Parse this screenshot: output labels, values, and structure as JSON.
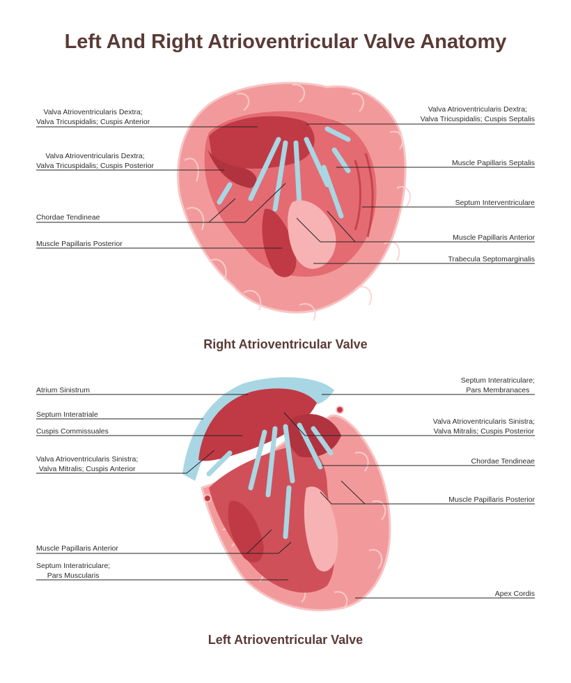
{
  "title": "Left And Right Atrioventricular Valve Anatomy",
  "colors": {
    "title": "#5a3a36",
    "muscle_light": "#f4a0a0",
    "muscle_mid": "#ef7f82",
    "muscle_dark": "#c9474f",
    "chamber_dark": "#b8323f",
    "tendon_blue": "#a9d6e3",
    "line": "#222222"
  },
  "right_valve": {
    "caption": "Right Atrioventricular Valve",
    "labels": {
      "cuspis_anterior": [
        "Valva Atrioventricularis Dextra;",
        "Valva Tricuspidalis; Cuspis Anterior"
      ],
      "cuspis_posterior": [
        "Valva Atrioventricularis Dextra;",
        "Valva Tricuspidalis; Cuspis Posterior"
      ],
      "chordae_tendineae": [
        "Chordae Tendineae"
      ],
      "muscle_papillaris_posterior": [
        "Muscle Papillaris Posterior"
      ],
      "cuspis_septalis": [
        "Valva Atrioventricularis Dextra;",
        "Valva Tricuspidalis; Cuspis Septalis"
      ],
      "muscle_papillaris_septalis": [
        "Muscle Papillaris Septalis"
      ],
      "septum_interventriculare": [
        "Septum Interventriculare"
      ],
      "muscle_papillaris_anterior": [
        "Muscle Papillaris Anterior"
      ],
      "trabecula_septomarginalis": [
        "Trabecula Septomarginalis"
      ]
    }
  },
  "left_valve": {
    "caption": "Left Atrioventricular Valve",
    "labels": {
      "atrium_sinistrum": [
        "Atrium Sinistrum"
      ],
      "septum_interatriale": [
        "Septum Interatriale"
      ],
      "cuspis_commissuales": [
        "Cuspis Commissuales"
      ],
      "cuspis_anterior": [
        "Valva Atrioventricularis Sinistra;",
        "Valva Mitralis; Cuspis Anterior"
      ],
      "muscle_papillaris_anterior": [
        "Muscle Papillaris Anterior"
      ],
      "septum_pars_muscularis": [
        "Septum Interatriculare;",
        "Pars Muscularis"
      ],
      "septum_pars_membranaces": [
        "Septum Interatriculare;",
        "Pars Membranaces"
      ],
      "cuspis_posterior": [
        "Valva Atrioventricularis Sinistra;",
        "Valva Mitralis; Cuspis Posterior"
      ],
      "chordae_tendineae": [
        "Chordae Tendineae"
      ],
      "muscle_papillaris_posterior": [
        "Muscle Papillaris Posterior"
      ],
      "apex_cordis": [
        "Apex Cordis"
      ]
    }
  }
}
